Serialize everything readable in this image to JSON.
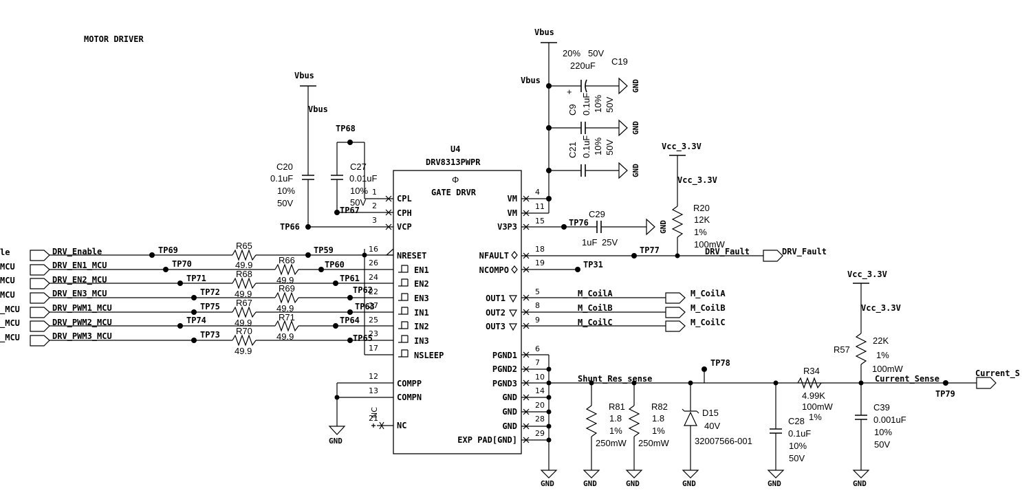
{
  "title": "MOTOR DRIVER",
  "ic": {
    "ref": "U4",
    "part": "DRV8313PWPR",
    "symbol": "Φ",
    "sub": "GATE DRVR"
  },
  "ic_pins_left": [
    {
      "num": "1",
      "name": "CPL"
    },
    {
      "num": "2",
      "name": "CPH"
    },
    {
      "num": "3",
      "name": "VCP"
    },
    {
      "num": "16",
      "name": "NRESET"
    },
    {
      "num": "26",
      "name": "EN1"
    },
    {
      "num": "24",
      "name": "EN2"
    },
    {
      "num": "22",
      "name": "EN3"
    },
    {
      "num": "27",
      "name": "IN1"
    },
    {
      "num": "25",
      "name": "IN2"
    },
    {
      "num": "23",
      "name": "IN3"
    },
    {
      "num": "17",
      "name": "NSLEEP"
    },
    {
      "num": "12",
      "name": "COMPP"
    },
    {
      "num": "13",
      "name": "COMPN"
    },
    {
      "num": "21",
      "name": "NC"
    }
  ],
  "ic_pins_right": [
    {
      "num": "4",
      "name": "VM"
    },
    {
      "num": "11",
      "name": "VM"
    },
    {
      "num": "15",
      "name": "V3P3"
    },
    {
      "num": "18",
      "name": "NFAULT"
    },
    {
      "num": "19",
      "name": "NCOMPO"
    },
    {
      "num": "5",
      "name": "OUT1"
    },
    {
      "num": "8",
      "name": "OUT2"
    },
    {
      "num": "9",
      "name": "OUT3"
    },
    {
      "num": "6",
      "name": "PGND1"
    },
    {
      "num": "7",
      "name": "PGND2"
    },
    {
      "num": "10",
      "name": "PGND3"
    },
    {
      "num": "14",
      "name": "GND"
    },
    {
      "num": "20",
      "name": "GND"
    },
    {
      "num": "28",
      "name": "GND"
    },
    {
      "num": "29",
      "name": "EXP PAD[GND]"
    }
  ],
  "nc_label": "NC",
  "inputs": [
    {
      "port": "le",
      "net": "DRV_Enable",
      "tp": "TP69",
      "res": "R65",
      "val": "49.9",
      "tp2": "TP59"
    },
    {
      "port": "MCU",
      "net": "DRV_EN1_MCU",
      "tp": "TP70",
      "res": "R66",
      "val": "49.9",
      "tp2": "TP60"
    },
    {
      "port": "MCU",
      "net": "DRV_EN2_MCU",
      "tp": "TP71",
      "res": "R68",
      "val": "49.9",
      "tp2": "TP61"
    },
    {
      "port": "MCU",
      "net": "DRV_EN3_MCU",
      "tp": "TP72",
      "res": "R69",
      "val": "49.9",
      "tp2": "TP62"
    },
    {
      "port": "_MCU",
      "net": "DRV_PWM1_MCU",
      "tp": "TP75",
      "res": "R67",
      "val": "49.9",
      "tp2": "TP63"
    },
    {
      "port": "_MCU",
      "net": "DRV_PWM2_MCU",
      "tp": "TP74",
      "res": "R71",
      "val": "49.9",
      "tp2": "TP64"
    },
    {
      "port": "_MCU",
      "net": "DRV_PWM3_MCU",
      "tp": "TP73",
      "res": "R70",
      "val": "49.9",
      "tp2": "TP65"
    }
  ],
  "caps_left": {
    "c20": {
      "ref": "C20",
      "val": "0.1uF",
      "tol": "10%",
      "volt": "50V"
    },
    "c27": {
      "ref": "C27",
      "val": "0.01uF",
      "tol": "10%",
      "volt": "50V"
    },
    "tp68": "TP68",
    "tp67": "TP67",
    "tp66": "TP66",
    "vbus": "Vbus"
  },
  "vm_caps": {
    "c19": {
      "ref": "C19",
      "val": "220uF",
      "tol": "20%",
      "volt": "50V"
    },
    "c9": {
      "ref": "C9",
      "val": "0.1uF",
      "tol": "10%",
      "volt": "50V"
    },
    "c21": {
      "ref": "C21",
      "val": "0.1uF",
      "tol": "10%",
      "volt": "50V"
    },
    "vbus": "Vbus"
  },
  "v3p3": {
    "tp": "TP76",
    "ref": "C29",
    "val": "1uF",
    "volt": "25V"
  },
  "pullup": {
    "rail": "Vcc_3.3V",
    "ref": "R20",
    "val": "12K",
    "tol": "1%",
    "pwr": "100mW"
  },
  "fault": {
    "tp": "TP77",
    "net": "DRV_Fault",
    "port": "DRV_Fault"
  },
  "ncompo_tp": "TP31",
  "outputs": [
    {
      "net": "M_CoilA",
      "port": "M_CoilA"
    },
    {
      "net": "M_CoilB",
      "port": "M_CoilB"
    },
    {
      "net": "M_CoilC",
      "port": "M_CoilC"
    }
  ],
  "sense": {
    "net": "Shunt_Res_sense",
    "tp": "TP78",
    "r81": {
      "ref": "R81",
      "val": "1.8",
      "tol": "1%",
      "pwr": "250mW"
    },
    "r82": {
      "ref": "R82",
      "val": "1.8",
      "tol": "1%",
      "pwr": "250mW"
    },
    "d15": {
      "ref": "D15",
      "val": "40V",
      "part": "32007566-001"
    },
    "c28": {
      "ref": "C28",
      "val": "0.1uF",
      "tol": "10%",
      "volt": "50V"
    },
    "r34": {
      "ref": "R34",
      "val": "4.99K",
      "pwr": "100mW",
      "tol": "1%"
    },
    "r57": {
      "ref": "R57",
      "val": "22K",
      "tol": "1%",
      "pwr": "100mW"
    },
    "c39": {
      "ref": "C39",
      "val": "0.001uF",
      "tol": "10%",
      "volt": "50V"
    },
    "out_net": "Current_Sense",
    "tp79": "TP79",
    "port": "Current_S",
    "rail": "Vcc_3.3V"
  },
  "gnd": "GND"
}
